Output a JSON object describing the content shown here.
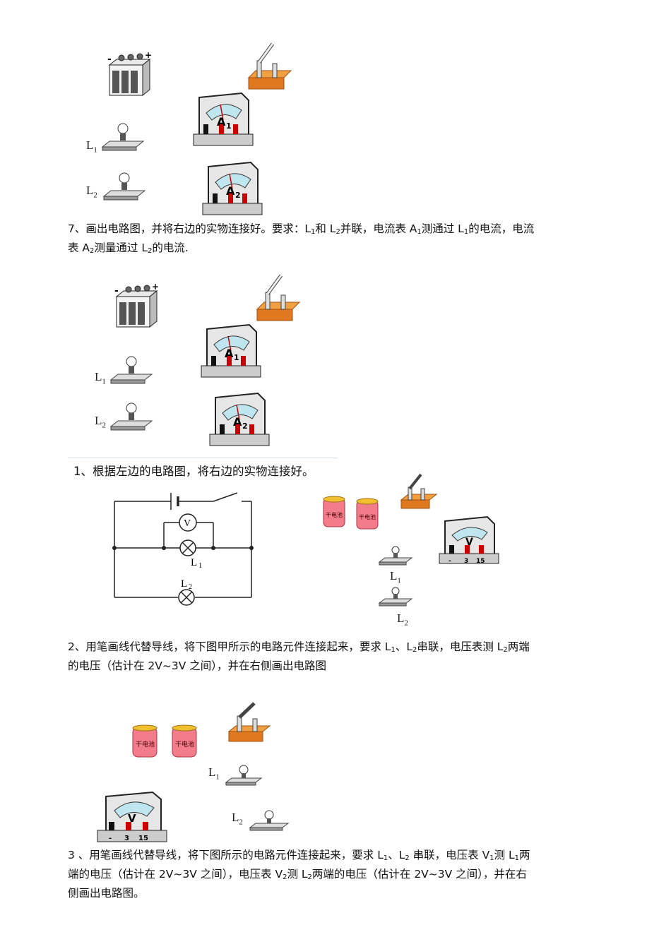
{
  "q7": {
    "prefix": "7、画出电路图，并将右边的实物连接好。要求：L",
    "s1": "1",
    "t2": "和 L",
    "s2": "2",
    "t3": "并联，电流表 A",
    "s3": "1",
    "t4": "测通过 L",
    "s4": "1",
    "t5": "的电流，电流",
    "t6": "表 A",
    "s5": "2",
    "t7": "测量通过 L",
    "s6": "2",
    "t8": "的电流."
  },
  "q1": {
    "text": "1、根据左边的电路图，将右边的实物连接好。"
  },
  "q2": {
    "prefix": "2、用笔画线代替导线，将下图甲所示的电路元件连接起来，要求 L",
    "s1": "1",
    "t2": "、L",
    "s2": "2",
    "t3": "串联，电压表测 L",
    "s3": "2",
    "t4": "两端",
    "t5": "的电压（估计在 2V~3V 之间），并在右侧画出电路图"
  },
  "q3": {
    "prefix": "3 、用笔画线代替导线，将下图所示的电路元件连接起来，要求 L",
    "s1": "1",
    "t2": "、L",
    "s2": "2",
    "t3": " 串联，电压表 V",
    "s3": "1",
    "t4": "测 L",
    "s4": "1",
    "t5": "两",
    "t6": "端的电压（估计在 2V~3V 之间），电压表 V",
    "s5": "2",
    "t7": "测 L",
    "s6": "2",
    "t8": "两端的电压（估计在 2V~3V 之间），并在右",
    "t9": "侧画出电路图。"
  },
  "labels": {
    "L": "L",
    "one": "1",
    "two": "2",
    "A": "A",
    "V": "V",
    "dash": "-",
    "plus": "+",
    "n3": "3",
    "n15": "15",
    "cell": "干电池"
  }
}
